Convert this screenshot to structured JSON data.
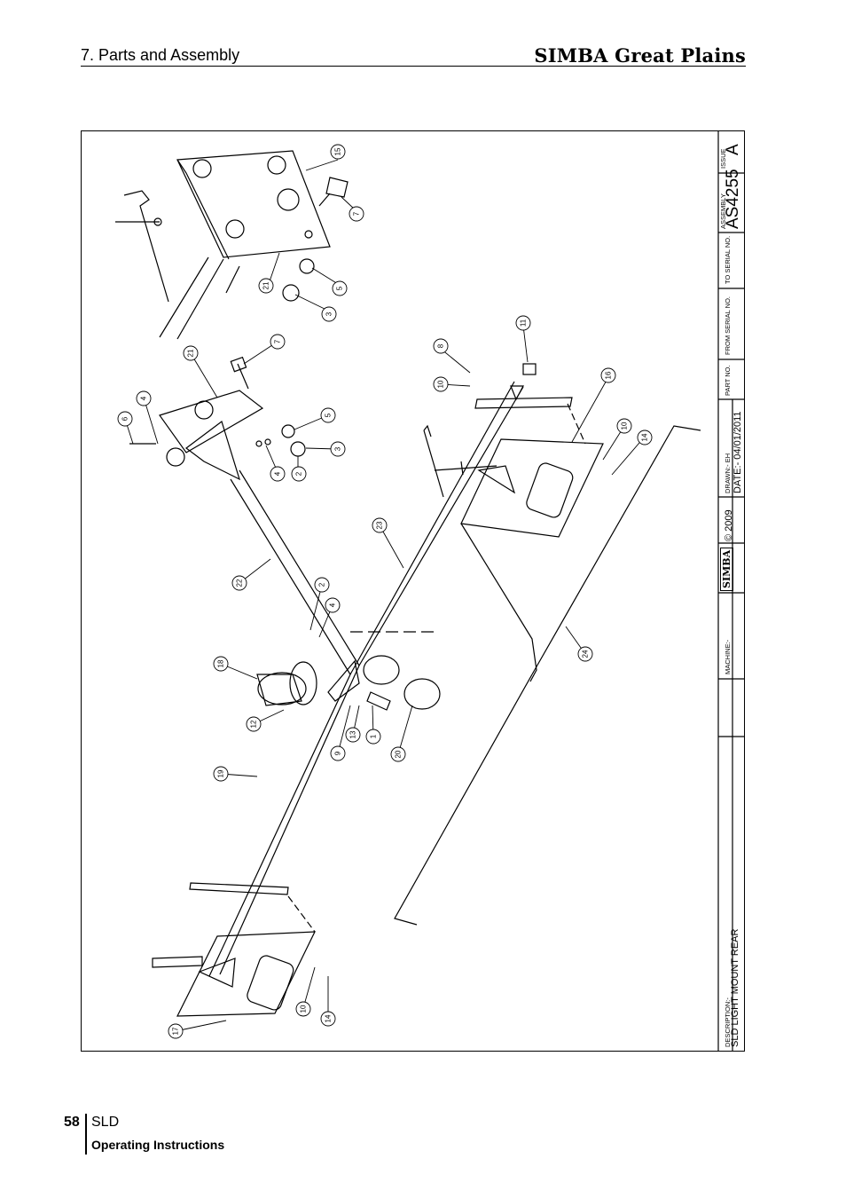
{
  "header": {
    "section": "7. Parts and Assembly",
    "brand": "SIMBA Great Plains"
  },
  "title_block": {
    "description_label": "DESCRIPTION:-",
    "description": "SLD LIGHT MOUNT REAR",
    "machine_label": "MACHINE:-",
    "logo_text": "SIMBA",
    "copyright": "© 2009",
    "drawn": "DRAWN:- EH",
    "date": "DATE:- 04/01/2011",
    "part_no_label": "PART NO.",
    "from_serial_label": "FROM SERIAL NO.",
    "to_serial_label": "TO SERIAL NO.",
    "assembly_label": "ASSEMBLY",
    "assembly": "AS4255",
    "issue_label": "ISSUE",
    "issue": "A"
  },
  "callouts": [
    "15",
    "7",
    "5",
    "3",
    "21",
    "11",
    "8",
    "10",
    "16",
    "7",
    "21",
    "4",
    "6",
    "5",
    "3",
    "4",
    "2",
    "10",
    "14",
    "23",
    "22",
    "2",
    "4",
    "18",
    "24",
    "12",
    "13",
    "1",
    "9",
    "20",
    "19",
    "10",
    "14",
    "17"
  ],
  "footer": {
    "page_number": "58",
    "title": "SLD",
    "subtitle": "Operating Instructions"
  }
}
